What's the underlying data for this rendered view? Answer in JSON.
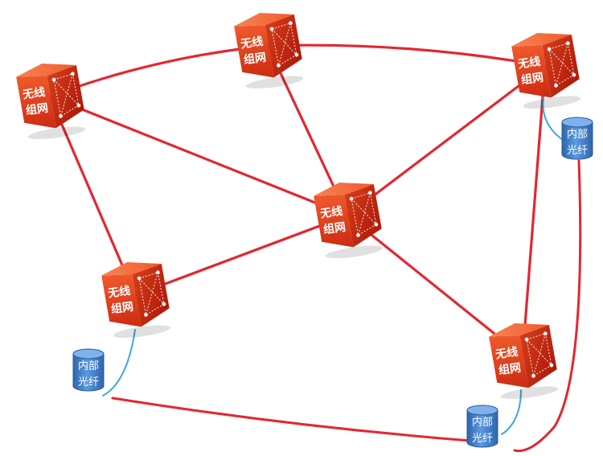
{
  "diagram": {
    "nodes": [
      {
        "id": "n1",
        "line1": "无线",
        "line2": "组网"
      },
      {
        "id": "n2",
        "line1": "无线",
        "line2": "组网"
      },
      {
        "id": "n3",
        "line1": "无线",
        "line2": "组网"
      },
      {
        "id": "n4",
        "line1": "无线",
        "line2": "组网"
      },
      {
        "id": "n5",
        "line1": "无线",
        "line2": "组网"
      },
      {
        "id": "n6",
        "line1": "无线",
        "line2": "组网"
      }
    ],
    "fibers": [
      {
        "id": "f1",
        "line1": "内部",
        "line2": "光纤"
      },
      {
        "id": "f2",
        "line1": "内部",
        "line2": "光纤"
      },
      {
        "id": "f3",
        "line1": "内部",
        "line2": "光纤"
      }
    ],
    "wireless_links": [
      [
        "n1",
        "n2"
      ],
      [
        "n2",
        "n3"
      ],
      [
        "n1",
        "n4"
      ],
      [
        "n1",
        "n5"
      ],
      [
        "n2",
        "n4"
      ],
      [
        "n3",
        "n4"
      ],
      [
        "n3",
        "n6"
      ],
      [
        "n4",
        "n5"
      ],
      [
        "n4",
        "n6"
      ]
    ],
    "fiber_links": [
      [
        "n3",
        "f1"
      ],
      [
        "n5",
        "f2"
      ],
      [
        "n6",
        "f3"
      ]
    ],
    "long_links": [
      [
        "f2",
        "f3"
      ],
      [
        "f1",
        "f3"
      ]
    ],
    "colors": {
      "link": "#e0101c",
      "cube_front": "#e8401f",
      "cube_side": "#b01408",
      "cube_top": "#f46a3c",
      "cylinder": "#3f7fc8",
      "fiber": "#39a7e0"
    }
  }
}
